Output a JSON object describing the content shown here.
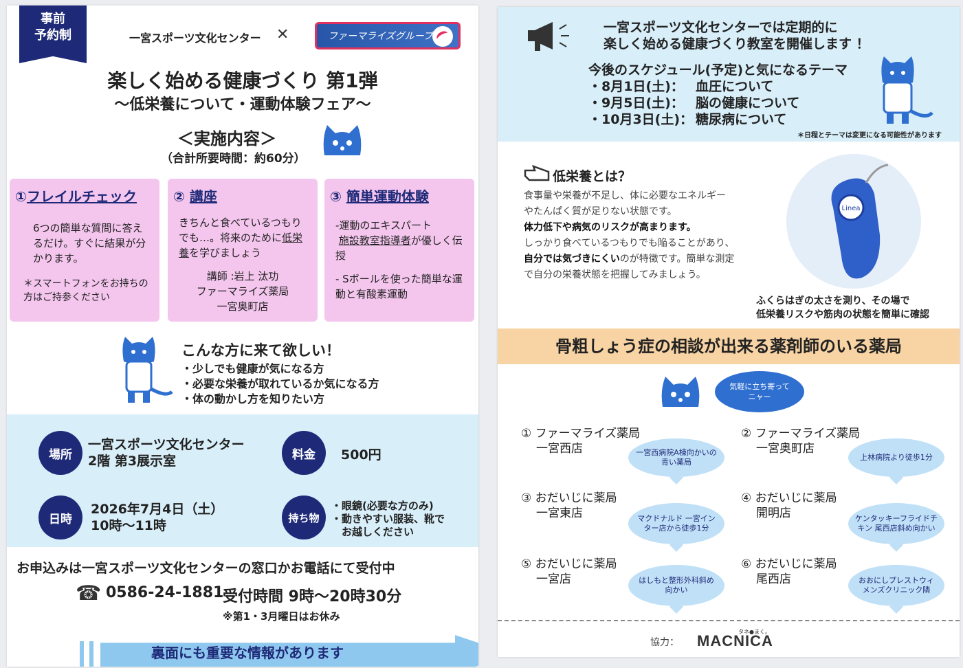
{
  "left": {
    "badge_line1": "事前",
    "badge_line2": "予約制",
    "org": "一宮スポーツ文化センター",
    "cross": "✕",
    "partner_logo": "ファーマライズグループ",
    "title_main": "楽しく始める健康づくり 第1弾",
    "title_sub": "～低栄養について・運動体験フェア～",
    "content_heading": "＜実施内容＞",
    "content_time": "（合計所要時間：約60分）",
    "cards": [
      {
        "num": "①",
        "title": "フレイルチェック",
        "body1": "6つの簡単な質問に答えるだけ。すぐに結果が分かります。",
        "body2": "＊スマートフォンをお持ちの方はご持参ください"
      },
      {
        "num": "②",
        "title": "講座",
        "body1a": "きちんと食べているつもりでも…。将来のために",
        "body1b": "低栄養",
        "body1c": "を学びましょう",
        "lecturer1": "講師 :岩上 汰功",
        "lecturer2": "ファーマライズ薬局",
        "lecturer3": "一宮奥町店"
      },
      {
        "num": "③",
        "title": "簡単運動体験",
        "body1a": "-運動のエキスパート",
        "body1b": "施設教室指導者",
        "body1c": "が優しく伝授",
        "body2": "- Sボールを使った簡単な運動と有酸素運動"
      }
    ],
    "target_heading": "こんな方に来て欲しい！",
    "target_items": [
      "・少しでも健康が気になる方",
      "・必要な栄養が取れているか気になる方",
      "・体の動かし方を知りたい方"
    ],
    "place_label": "場所",
    "place_line1": "一宮スポーツ文化センター",
    "place_line2": "2階 第3展示室",
    "fee_label": "料金",
    "fee_value": "500円",
    "date_label": "日時",
    "date_line1": "2026年7月4日（土）",
    "date_line2": "10時～11時",
    "items_label": "持ち物",
    "items_lines": [
      "・眼鏡(必要な方のみ)",
      "・動きやすい服装、靴で",
      "　お越しください"
    ],
    "apply_text": "お申込みは一宮スポーツ文化センターの窓口かお電話にて受付中",
    "phone_icon": "☎",
    "phone": "0586-24-1881",
    "hours": "受付時間 9時～20時30分",
    "closed": "※第1・3月曜日はお休み",
    "banner": "裏面にも重要な情報があります"
  },
  "right": {
    "intro_line1": "一宮スポーツ文化センターでは定期的に",
    "intro_line2": "楽しく始める健康づくり教室を開催します ！",
    "schedule_heading": "今後のスケジュール(予定)と気になるテーマ",
    "schedule": [
      {
        "date": "・8月1日(土)：",
        "theme": "血圧について"
      },
      {
        "date": "・9月5日(土)：",
        "theme": "脳の健康について"
      },
      {
        "date": "・10月3日(土)：",
        "theme": "糖尿病について"
      }
    ],
    "schedule_note": "＊日程とテーマは変更になる可能性があります",
    "what_heading": "低栄養とは？",
    "what_line1": "食事量や栄養が不足し、体に必要なエネルギー",
    "what_line2": "やたんぱく質が足りない状態です。",
    "what_line3": "体力低下や病気のリスクが高まります。",
    "what_line4": "しっかり食べているつもりでも陥ることがあり、",
    "what_line5a": "自分では気づきにくい",
    "what_line5b": "のが特徴です。簡単な測定",
    "what_line6": "で自分の栄養状態を把握してみましょう。",
    "device_brand": "Linea",
    "device_caption1": "ふくらはぎの太さを測り、その場で",
    "device_caption2": "低栄養リスクや筋肉の状態を簡単に確認",
    "pharmacy_heading": "骨粗しょう症の相談が出来る薬剤師のいる薬局",
    "cat_bubble": "気軽に立ち寄ってニャー",
    "stores": [
      {
        "line1": "① ファーマライズ薬局",
        "line2": "一宮西店",
        "note": "一宮西病院A棟向かいの青い薬局"
      },
      {
        "line1": "② ファーマライズ薬局",
        "line2": "一宮奥町店",
        "note": "上林病院より徒歩1分"
      },
      {
        "line1": "③ おだいじに薬局",
        "line2": "一宮東店",
        "note": "マクドナルド 一宮インター店から徒歩1分"
      },
      {
        "line1": "④ おだいじに薬局",
        "line2": "開明店",
        "note": "ケンタッキーフライドチキン 尾西店斜め向かい"
      },
      {
        "line1": "⑤ おだいじに薬局",
        "line2": "一宮店",
        "note": "はしもと整形外科斜め向かい"
      },
      {
        "line1": "⑥ おだいじに薬局",
        "line2": "尾西店",
        "note": "おおにしプレストウィメンズクリニック隣"
      }
    ],
    "coop_label": "協力：",
    "coop_kana": "タネ●まく。",
    "coop_logo": "MACNICA"
  },
  "colors": {
    "navy": "#1e2a78",
    "pink": "#f4c6ee",
    "light_blue": "#d8eef9",
    "orange": "#f8d3a4",
    "cat_blue": "#2f6fd0"
  }
}
